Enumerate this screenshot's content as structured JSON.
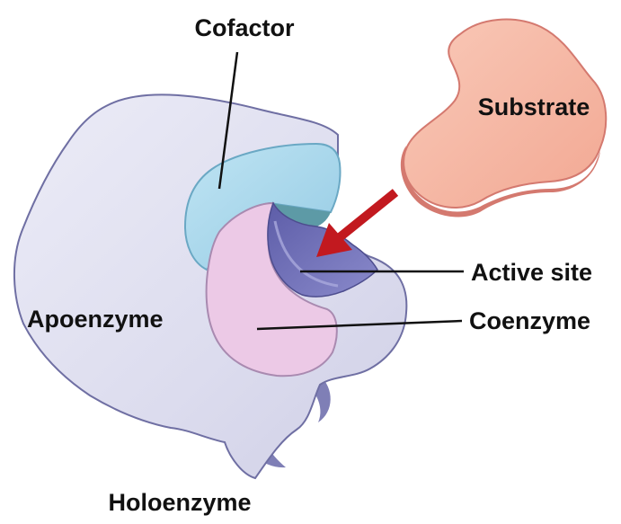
{
  "labels": {
    "cofactor": "Cofactor",
    "substrate": "Substrate",
    "active_site": "Active site",
    "apoenzyme": "Apoenzyme",
    "coenzyme": "Coenzyme",
    "holoenzyme": "Holoenzyme"
  },
  "colors": {
    "apoenzyme_fill": "#dcdcee",
    "apoenzyme_shadow": "#7f7fb6",
    "apoenzyme_outline": "#6f6fa3",
    "cofactor_fill": "#a9d9ee",
    "cofactor_outline": "#6aa8c4",
    "cofactor_inner": "#5d9aa6",
    "coenzyme_fill": "#ecc9e6",
    "coenzyme_outline": "#a98ab0",
    "active_site_fill": "#6f6fb8",
    "substrate_fill": "#f6b5a2",
    "substrate_outline": "#d4796f",
    "arrow": "#c2191f",
    "label_text": "#111111",
    "leader_line": "#111111"
  }
}
